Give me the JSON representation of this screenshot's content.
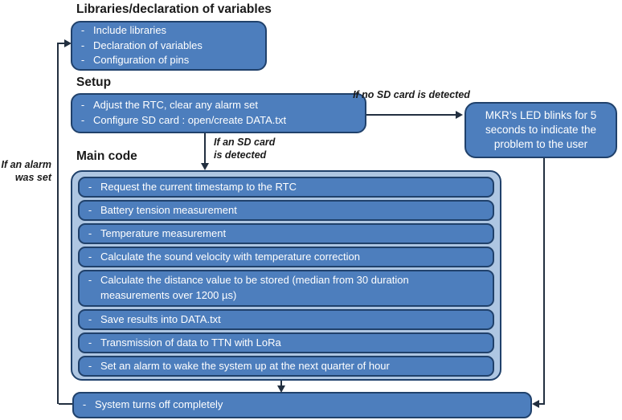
{
  "bullet": "-",
  "headings": {
    "libraries": "Libraries/declaration of variables",
    "setup": "Setup",
    "main": "Main code"
  },
  "boxes": {
    "libraries": {
      "items": [
        "Include libraries",
        "Declaration of variables",
        "Configuration of pins"
      ]
    },
    "setup": {
      "items": [
        "Adjust the RTC, clear any alarm set",
        "Configure SD card : open/create DATA.txt"
      ]
    },
    "mkr": {
      "text": "MKR’s LED blinks for 5 seconds to indicate the problem to the user"
    },
    "main_rows": [
      "Request the current timestamp to the RTC",
      "Battery tension measurement",
      "Temperature measurement",
      "Calculate the sound velocity with temperature correction",
      "Calculate the distance value to be stored (median from 30 duration measurements over 1200 µs)",
      "Save results into DATA.txt",
      "Transmission of data to TTN with LoRa",
      "Set an alarm to wake the system up at the next quarter of hour"
    ],
    "system": {
      "text": "System turns off completely"
    }
  },
  "labels": {
    "no_sd": "If no SD card is detected",
    "sd_line1": "If an SD card",
    "sd_line2": "is detected",
    "alarm_line1": "If an alarm",
    "alarm_line2": "was set"
  },
  "colors": {
    "box_fill": "#4d7ebd",
    "box_border": "#20416b",
    "container_fill": "#aec6e2",
    "line_color": "#222f40"
  }
}
